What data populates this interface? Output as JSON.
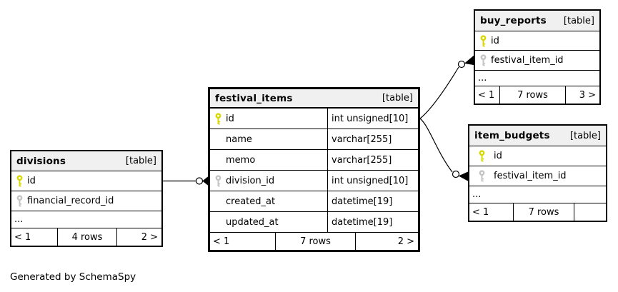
{
  "page": {
    "generated_by": "Generated by SchemaSpy"
  },
  "colors": {
    "background": "#ffffff",
    "border": "#000000",
    "header_bg": "#f0f0f0",
    "primary_key": "#d8d800",
    "foreign_key": "#c4c4c4"
  },
  "tables": {
    "divisions": {
      "name": "divisions",
      "tag": "[table]",
      "columns": [
        {
          "name": "id",
          "key": "primary"
        },
        {
          "name": "financial_record_id",
          "key": "foreign"
        }
      ],
      "ellipsis": "...",
      "footer": {
        "prev": "< 1",
        "rows": "4 rows",
        "next": "2 >"
      }
    },
    "festival_items": {
      "name": "festival_items",
      "tag": "[table]",
      "columns": [
        {
          "name": "id",
          "type": "int unsigned[10]",
          "key": "primary"
        },
        {
          "name": "name",
          "type": "varchar[255]"
        },
        {
          "name": "memo",
          "type": "varchar[255]"
        },
        {
          "name": "division_id",
          "type": "int unsigned[10]",
          "key": "foreign"
        },
        {
          "name": "created_at",
          "type": "datetime[19]"
        },
        {
          "name": "updated_at",
          "type": "datetime[19]"
        }
      ],
      "footer": {
        "prev": "< 1",
        "rows": "7 rows",
        "next": "2 >"
      }
    },
    "buy_reports": {
      "name": "buy_reports",
      "tag": "[table]",
      "columns": [
        {
          "name": "id",
          "key": "primary"
        },
        {
          "name": "festival_item_id",
          "key": "foreign"
        }
      ],
      "ellipsis": "...",
      "footer": {
        "prev": "< 1",
        "rows": "7 rows",
        "next": "3 >"
      }
    },
    "item_budgets": {
      "name": "item_budgets",
      "tag": "[table]",
      "columns": [
        {
          "name": "id",
          "key": "primary"
        },
        {
          "name": "festival_item_id",
          "key": "foreign"
        }
      ],
      "ellipsis": "...",
      "footer": {
        "prev": "< 1",
        "rows": "7 rows",
        "next": ""
      }
    }
  },
  "relationships": [
    {
      "from": "divisions.id",
      "to": "festival_items.division_id"
    },
    {
      "from": "festival_items.id",
      "to": "buy_reports.festival_item_id"
    },
    {
      "from": "festival_items.id",
      "to": "item_budgets.festival_item_id"
    }
  ]
}
